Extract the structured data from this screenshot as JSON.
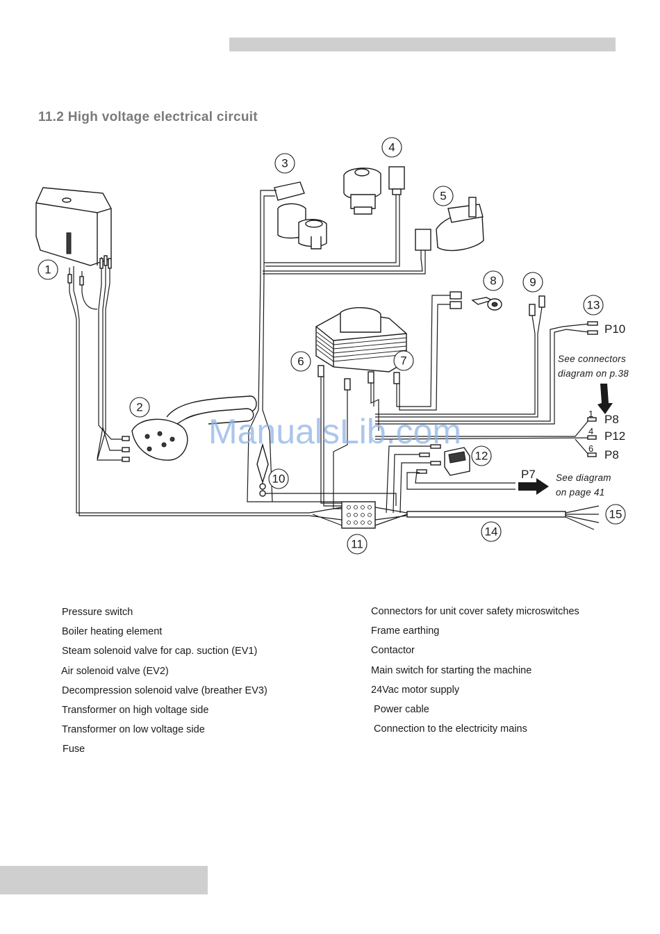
{
  "section": {
    "title": "11.2 High voltage electrical circuit"
  },
  "watermark": "ManualsLib.com",
  "callouts": [
    "1",
    "2",
    "3",
    "4",
    "5",
    "6",
    "7",
    "8",
    "9",
    "10",
    "11",
    "12",
    "13",
    "14",
    "15"
  ],
  "connectors": {
    "p10": "P10",
    "p8_top": "P8",
    "p12": "P12",
    "p8_bottom": "P8",
    "p7": "P7",
    "pin_1": "1",
    "pin_4": "4",
    "pin_6": "6"
  },
  "notes": {
    "connectors_line1": "See  connectors",
    "connectors_line2": "diagram  on  p.38",
    "diagram_line1": "See  diagram",
    "diagram_line2": "on  page  41"
  },
  "legend_left": [
    "Pressure switch",
    "Boiler heating element",
    "Steam solenoid valve for cap. suction (EV1)",
    "Air solenoid valve (EV2)",
    "Decompression solenoid valve (breather EV3)",
    "Transformer on high voltage side",
    "Transformer on low voltage side",
    "Fuse"
  ],
  "legend_right": [
    "Connectors for unit cover safety microswitches",
    "Frame earthing",
    "Contactor",
    "Main switch for starting the machine",
    "24Vac motor supply",
    " Power cable",
    " Connection to the electricity mains"
  ],
  "colors": {
    "bar": "#cfcfcf",
    "title": "#7a7a7a",
    "line": "#1a1a1a",
    "watermark": "#8fb3e6"
  }
}
